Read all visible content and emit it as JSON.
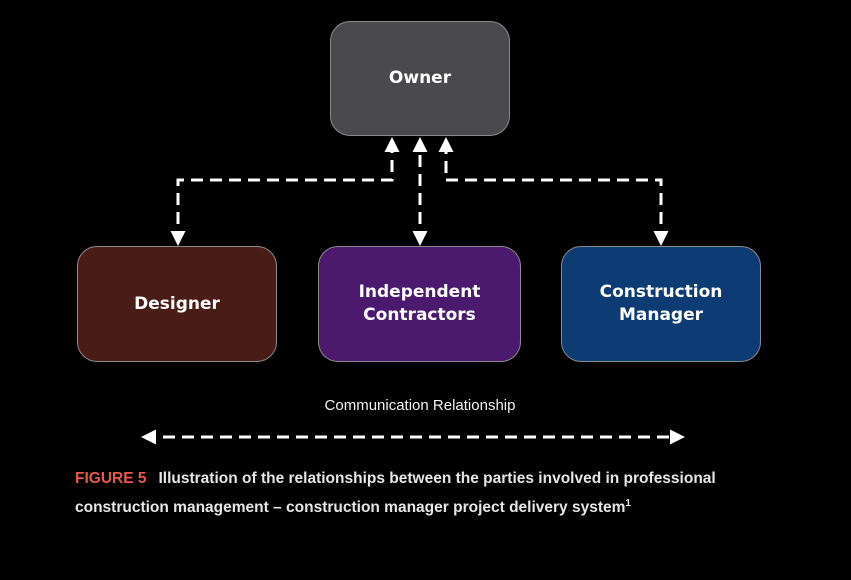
{
  "nodes": {
    "owner": "Owner",
    "designer": "Designer",
    "contractors": "Independent\nContractors",
    "construction_manager": "Construction\nManager"
  },
  "legend": {
    "label": "Communication Relationship"
  },
  "caption": {
    "label": "FIGURE 5",
    "text": "Illustration of the relationships between the parties involved in professional construction management – construction manager project delivery system",
    "footnote": "1"
  },
  "colors": {
    "background": "#000000",
    "owner": "#4a4a4d",
    "designer": "#4a1c17",
    "contractors": "#4b1a6e",
    "construction_manager": "#0d3b74",
    "caption_label": "#e8584a",
    "connector": "#ffffff"
  }
}
